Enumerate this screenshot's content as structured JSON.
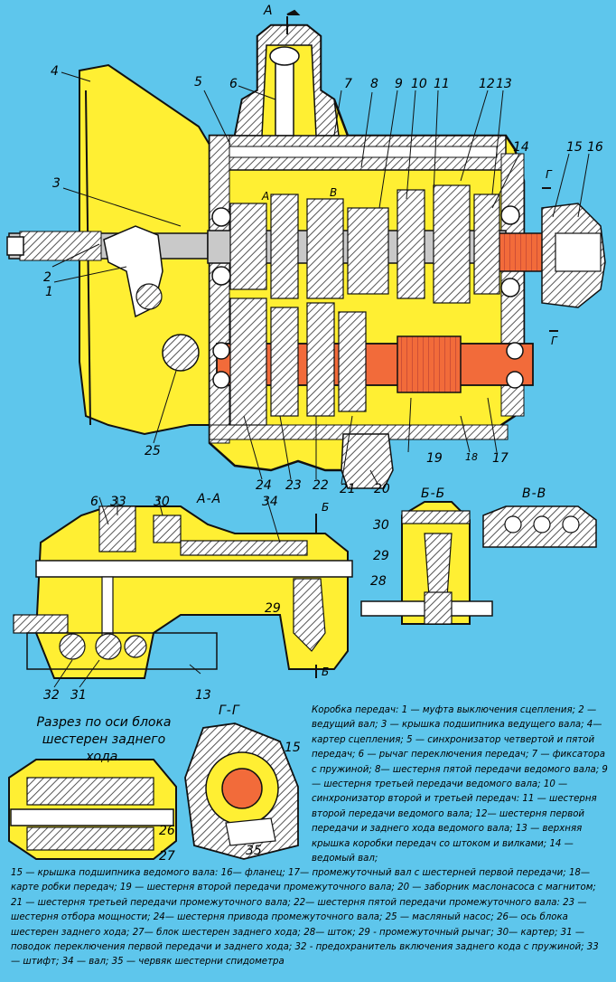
{
  "colors": {
    "background": "#5ec6ec",
    "housing": "#ffef33",
    "shaft": "#f26b3a",
    "metal": "#c9c9c9",
    "hatch": "#555555",
    "line": "#111111"
  },
  "sections": {
    "aa": "А-А",
    "bb": "Б-Б",
    "vv": "В-В",
    "gg": "Г-Г",
    "arrow_a": "А",
    "arrow_b": "Б",
    "arrow_v": "В",
    "arrow_g": "Г"
  },
  "reverse_section_title": "Разрез по оси блока шестерен заднего хода.",
  "labels": {
    "n1": "1",
    "n2": "2",
    "n3": "3",
    "n4": "4",
    "n5": "5",
    "n6": "6",
    "n7": "7",
    "n8": "8",
    "n9": "9",
    "n10": "10",
    "n11": "11",
    "n12": "12",
    "n13": "13",
    "n14": "14",
    "n15": "15",
    "n16": "16",
    "n17": "17",
    "n18": "18",
    "n19": "19",
    "n20": "20",
    "n21": "21",
    "n22": "22",
    "n23": "23",
    "n24": "24",
    "n25": "25",
    "n26": "26",
    "n27": "27",
    "n28": "28",
    "n29": "29",
    "n30": "30",
    "n31": "31",
    "n32": "32",
    "n33": "33",
    "n34": "34",
    "n35": "35"
  },
  "caption": {
    "part1": "Коробка передач: 1 — муфта выключения сцепления; 2 — ведущий вал; 3 — крышка подшипника ведущего вала; 4— картер сцепления; 5 — синхронизатор четвертой и пятой передач; 6 — рычаг переключения передач; 7 — фиксатора с пружиной; 8— шестерня пятой передачи ведомого вала; 9 — шестерня третьей передачи ведомого вала; 10 — синхронизатор второй и третьей передач: 11 — шестерня второй передачи ведомого вала; 12— шестерня первой передачи и заднего хода ведомого вала; 13 — верхняя крышка коробки передач со штоком и вилками; 14 — ведомый вал;",
    "part2": "15 — крышка подшипника ведомого вала: 16— фланец; 17— промежуточный вал с шестерней первой передачи; 18— карте робки передач; 19 — шестерня второй передачи промежуточного вала; 20 — заборник маслонасоса с магнитом; 21 — шестерня третьей передачи промежуточного вала; 22— шестерня пятой передачи промежуточного вала: 23 — шестерня отбора мощности; 24— шестерня привода промежуточного вала; 25 — масляный насос; 26— ось блока шестерен заднего хода; 27— блок шестерен заднего хода; 28— шток; 29 - промежуточный рычаг; 30— картер; 31 — поводок переключения первой передачи и заднего хода; 32 - предохранитель включения заднего кода с пружиной; 33 — штифт; 34 — вал; 35 — червяк шестерни спидометра"
  }
}
